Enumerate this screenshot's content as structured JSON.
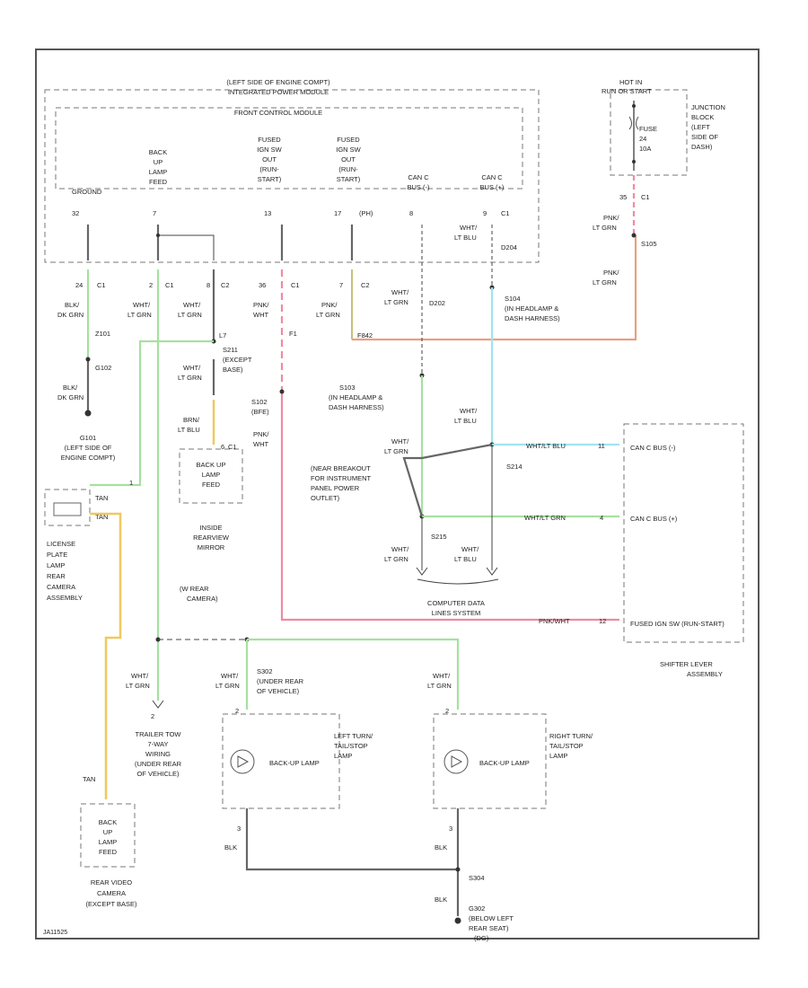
{
  "border": {
    "code": "JA11525"
  },
  "modules": {
    "pcm": {
      "title_lines": [
        "(LEFT SIDE OF ENGINE COMPT)",
        "INTEGRATED POWER MODULE"
      ],
      "sub": "FRONT CONTROL MODULE",
      "pins": [
        {
          "name_lines": [
            "GROUND"
          ],
          "pin": "32"
        },
        {
          "name_lines": [
            "BACK",
            "UP",
            "LAMP",
            "FEED"
          ],
          "pin": "7"
        },
        {
          "name_lines": [
            "FUSED",
            "IGN SW",
            "OUT",
            "(RUN-",
            "START)"
          ],
          "pin": "13"
        },
        {
          "name_lines": [
            "FUSED",
            "IGN SW",
            "OUT",
            "(RUN-",
            "START)"
          ],
          "pin": "17"
        },
        {
          "name_lines": [
            "CAN C",
            "BUS (-)"
          ],
          "pin": "8"
        },
        {
          "name_lines": [
            "CAN C",
            "BUS (+)"
          ],
          "pin": "9",
          "connector": "C1"
        }
      ],
      "pin17_tag": "(PH)"
    },
    "junction": {
      "hot_lines": [
        "HOT IN",
        "RUN OR START"
      ],
      "fuse_lines": [
        "FUSE",
        "24",
        "10A"
      ],
      "label_lines": [
        "JUNCTION",
        "BLOCK",
        "(LEFT",
        "SIDE OF",
        "DASH)"
      ],
      "pin": "35",
      "connector": "C1"
    },
    "shifter": {
      "pins": [
        {
          "wire": "WHT/LT BLU",
          "pin": "11",
          "name": "CAN C BUS (-)"
        },
        {
          "wire": "WHT/LT GRN",
          "pin": "4",
          "name": "CAN C BUS (+)"
        },
        {
          "wire": "PNK/WHT",
          "pin": "12",
          "name": "FUSED IGN SW (RUN-START)"
        }
      ],
      "label_lines": [
        "SHIFTER LEVER",
        "ASSEMBLY"
      ]
    },
    "mirror": {
      "box_lines": [
        "BACK UP",
        "LAMP",
        "FEED"
      ],
      "label_lines": [
        "INSIDE",
        "REARVIEW",
        "MIRROR"
      ],
      "note_lines": [
        "(W REAR",
        "CAMERA)"
      ],
      "pin": "6",
      "connector": "C1"
    },
    "license": {
      "label_lines": [
        "LICENSE",
        "PLATE",
        "LAMP",
        "REAR",
        "CAMERA",
        "ASSEMBLY"
      ],
      "pins": [
        {
          "pin": "1",
          "wire": "TAN"
        },
        {
          "pin": "",
          "wire": "TAN"
        }
      ]
    },
    "rear_camera": {
      "box_lines": [
        "BACK",
        "UP",
        "LAMP",
        "FEED"
      ],
      "label_lines": [
        "REAR VIDEO",
        "CAMERA",
        "(EXCEPT BASE)"
      ],
      "wire": "TAN"
    },
    "left_lamp": {
      "lamp": "BACK-UP LAMP",
      "label_lines": [
        "LEFT TURN/",
        "TAIL/STOP",
        "LAMP"
      ],
      "pin_top": "2",
      "pin_bottom": "3"
    },
    "right_lamp": {
      "lamp": "BACK-UP LAMP",
      "label_lines": [
        "RIGHT TURN/",
        "TAIL/STOP",
        "LAMP"
      ],
      "pin_top": "2",
      "pin_bottom": "3"
    },
    "trailer": {
      "label_lines": [
        "TRAILER TOW",
        "7-WAY",
        "WIRING",
        "(UNDER REAR",
        "OF VEHICLE)"
      ],
      "pin": "2"
    },
    "cdl": {
      "label_lines": [
        "COMPUTER DATA",
        "LINES SYSTEM"
      ]
    }
  },
  "wires": {
    "pin32": {
      "pin": "24",
      "conn": "C1",
      "color_lines": [
        "BLK/",
        "DK GRN"
      ],
      "splice": "Z101",
      "node": "G102"
    },
    "g102": {
      "label_lines": [
        "G101",
        "(LEFT SIDE OF",
        "ENGINE COMPT)"
      ],
      "color_lines": [
        "BLK/",
        "DK GRN"
      ]
    },
    "pin7": {
      "pin": "2",
      "conn": "C1",
      "color_lines": [
        "WHT/",
        "LT GRN"
      ]
    },
    "pin8": {
      "pin": "8",
      "conn": "C2",
      "color_lines": [
        "WHT/",
        "LT GRN"
      ],
      "extra": "L7"
    },
    "s211": {
      "name_lines": [
        "S211",
        "(EXCEPT",
        "BASE)"
      ],
      "color_lines": [
        "WHT/",
        "LT GRN"
      ]
    },
    "s203_mirror": {
      "color_lines": [
        "BRN/",
        "LT BLU"
      ]
    },
    "pin13": {
      "pin": "36",
      "conn": "C1",
      "color_lines": [
        "PNK/",
        "WHT"
      ],
      "extra": "F1"
    },
    "s102": {
      "name_lines": [
        "S102",
        "(BFE)"
      ],
      "color_lines": [
        "PNK/",
        "WHT"
      ]
    },
    "pin17": {
      "pin": "7",
      "conn": "C2",
      "color_lines": [
        "PNK/",
        "LT GRN"
      ],
      "tag": "F842"
    },
    "can_minus": {
      "color_lines": [
        "WHT/",
        "LT GRN"
      ],
      "code": "D202"
    },
    "can_plus": {
      "color_lines": [
        "WHT/",
        "LT BLU"
      ],
      "code": "D204"
    },
    "jb_pink": {
      "color_lines": [
        "PNK/",
        "LT GRN"
      ],
      "splice": "S105"
    },
    "jb_pink2": {
      "color_lines": [
        "PNK/",
        "LT GRN"
      ]
    },
    "s104": {
      "name_lines": [
        "S104",
        "(IN HEADLAMP &",
        "DASH HARNESS)"
      ]
    },
    "s103": {
      "name_lines": [
        "S103",
        "(IN HEADLAMP &",
        "DASH HARNESS)"
      ]
    },
    "s214_blu": {
      "color_lines": [
        "WHT/",
        "LT BLU"
      ],
      "name": "S214"
    },
    "gear_note": {
      "lines": [
        "(NEAR BREAKOUT",
        "FOR INSTRUMENT",
        "PANEL POWER",
        "OUTLET)"
      ]
    },
    "s215": {
      "name": "S215"
    },
    "cdl_left": {
      "color_lines": [
        "WHT/",
        "LT GRN"
      ]
    },
    "cdl_right": {
      "color_lines": [
        "WHT/",
        "LT BLU"
      ]
    },
    "s302": {
      "name_lines": [
        "S302",
        "(UNDER REAR",
        "OF VEHICLE)"
      ]
    },
    "trailer_wire": {
      "color_lines": [
        "WHT/",
        "LT GRN"
      ]
    },
    "left_lamp_wire": {
      "color_lines": [
        "WHT/",
        "LT GRN"
      ]
    },
    "right_lamp_wire": {
      "color_lines": [
        "WHT/",
        "LT GRN"
      ]
    },
    "ground_left": {
      "color": "BLK"
    },
    "ground_right": {
      "color": "BLK"
    },
    "ground_main": {
      "color": "BLK",
      "splice": "S304"
    },
    "g302": {
      "name_lines": [
        "G302",
        "(BELOW LEFT",
        "REAR SEAT)",
        "(DG)"
      ]
    }
  }
}
